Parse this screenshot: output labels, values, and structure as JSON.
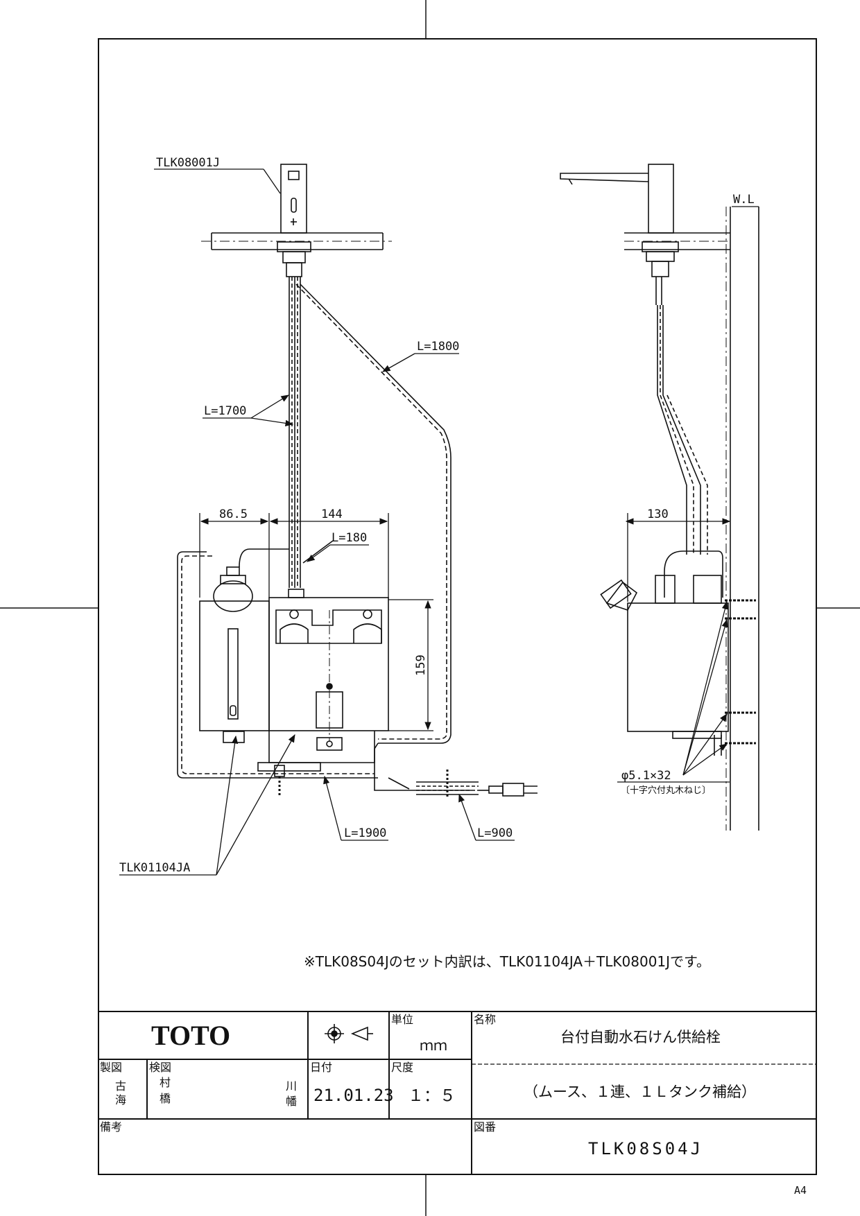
{
  "parts": {
    "faucet": "TLK08001J",
    "tank_unit": "TLK01104JA",
    "wall_level": "W.L"
  },
  "dimensions": {
    "tube_1700": "L=1700",
    "tube_1800": "L=1800",
    "tube_180": "L=180",
    "tube_1900": "L=1900",
    "cord_900": "L=900",
    "width_86_5": "86.5",
    "width_144": "144",
    "height_159": "159",
    "depth_130": "130",
    "screw_spec": "φ5.1×32",
    "screw_note": "〔十字穴付丸木ねじ〕"
  },
  "set_note": "※TLK08S04Jのセット内訳は、TLK01104JA＋TLK08001Jです。",
  "title_block": {
    "brand": "TOTO",
    "unit_label": "単位",
    "unit_value": "ｍｍ",
    "name_label": "名称",
    "product_name": "台付自動水石けん供給栓",
    "product_subname": "（ムース、１連、１Ｌタンク補給）",
    "drawn_label": "製図",
    "drawn_by_1": "古",
    "drawn_by_2": "海",
    "checked_label": "検図",
    "checked_by_1": "村",
    "checked_by_2": "橋",
    "checked_by_3": "川",
    "checked_by_4": "幡",
    "date_label": "日付",
    "date_value": "21.01.23",
    "scale_label": "尺度",
    "scale_value": "１：５",
    "remarks_label": "備考",
    "drawing_no_label": "図番",
    "drawing_no": "TLK08S04J"
  },
  "sheet_size": "A4"
}
